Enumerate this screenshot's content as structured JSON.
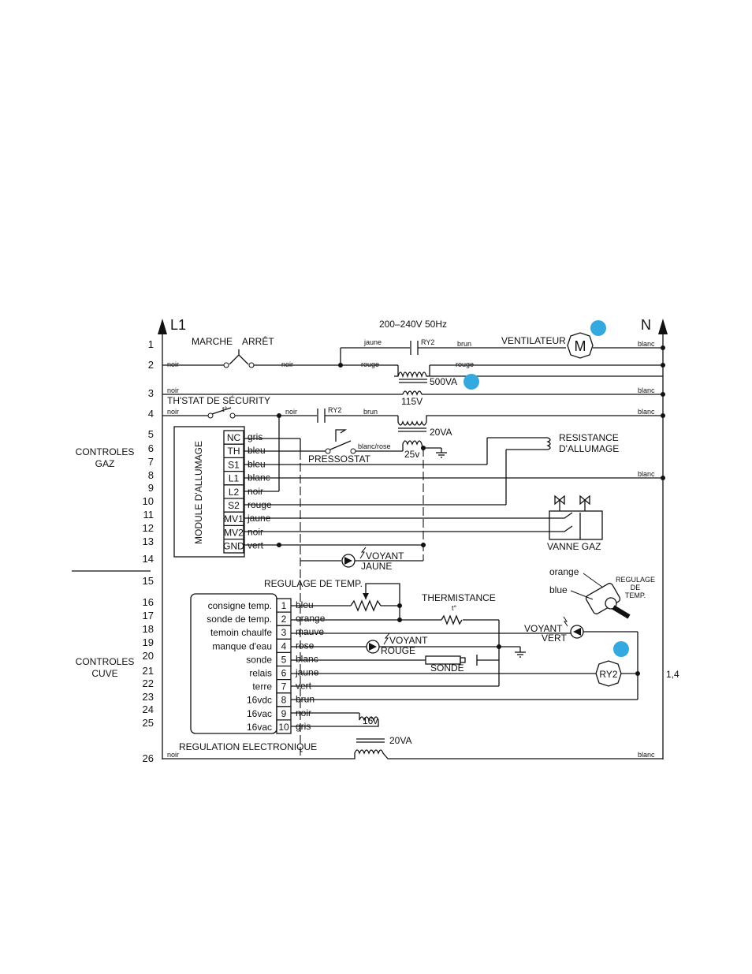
{
  "supply": {
    "l1": "L1",
    "n": "N",
    "voltage": "200–240V 50Hz"
  },
  "rows": [
    "1",
    "2",
    "3",
    "4",
    "5",
    "6",
    "7",
    "8",
    "9",
    "10",
    "11",
    "12",
    "13",
    "14",
    "15",
    "16",
    "17",
    "18",
    "19",
    "20",
    "21",
    "22",
    "23",
    "24",
    "25",
    "26"
  ],
  "sections": {
    "gas": [
      "CONTROLES",
      "GAZ"
    ],
    "tank": [
      "CONTROLES",
      "CUVE"
    ]
  },
  "switch": {
    "marche": "MARCHE",
    "arret": "ARRÊT"
  },
  "wires": {
    "noir": "noir",
    "blanc": "blanc",
    "jaune": "jaune",
    "rouge": "rouge",
    "brun": "brun",
    "blanc_rose": "blanc/rose"
  },
  "relay_contact": "RY2",
  "fan": {
    "label": "VENTILATEUR",
    "symbol": "M"
  },
  "transformers": {
    "main": "500VA",
    "secondary": "115V",
    "ignition": "20VA",
    "ignition_volt": "25v",
    "regulation": "20VA",
    "regulation_volt": "16v"
  },
  "safety_thermostat": {
    "label": "TH'STAT DE SÉCURITY",
    "t_symbol": "t°"
  },
  "ignition_module": {
    "title": "MODULE D'ALLUMAGE",
    "terminals": [
      "NC",
      "TH",
      "S1",
      "L1",
      "L2",
      "S2",
      "MV1",
      "MV2",
      "GND"
    ],
    "wires": [
      "gris",
      "bleu",
      "bleu",
      "blanc",
      "noir",
      "rouge",
      "jaune",
      "noir",
      "vert"
    ]
  },
  "pressostat": "PRESSOSTAT",
  "ignition_resistance": [
    "RESISTANCE",
    "D'ALLUMAGE"
  ],
  "gas_valve": "VANNE GAZ",
  "yellow_lamp": [
    "VOYANT",
    "JAUNE"
  ],
  "temp_regulation": "REGULAGE DE TEMP.",
  "thermistor": {
    "label": "THERMISTANCE",
    "t_symbol": "t°"
  },
  "regulation_module": {
    "title": "REGULATION ELECTRONIQUE",
    "labels": [
      "consigne temp.",
      "sonde de temp.",
      "temoin chaulfe",
      "manque d'eau",
      "sonde",
      "relais",
      "terre",
      "16vdc",
      "16vac",
      "16vac"
    ],
    "terminals": [
      "1",
      "2",
      "3",
      "4",
      "5",
      "6",
      "7",
      "8",
      "9",
      "10"
    ],
    "wires": [
      "bleu",
      "orange",
      "mauve",
      "rose",
      "blanc",
      "jaune",
      "vert",
      "brun",
      "noir",
      "gris"
    ]
  },
  "red_lamp": [
    "VOYANT",
    "ROUGE"
  ],
  "probe": "SONDE",
  "green_lamp": [
    "VOYANT",
    "VERT"
  ],
  "relay_coil": {
    "label": "RY2",
    "ref": "1,4"
  },
  "potentiometer": {
    "wire_orange": "orange",
    "wire_blue": "blue",
    "label": [
      "REGULAGE",
      "DE",
      "TEMP."
    ]
  },
  "accent_color": "#33a9e0"
}
